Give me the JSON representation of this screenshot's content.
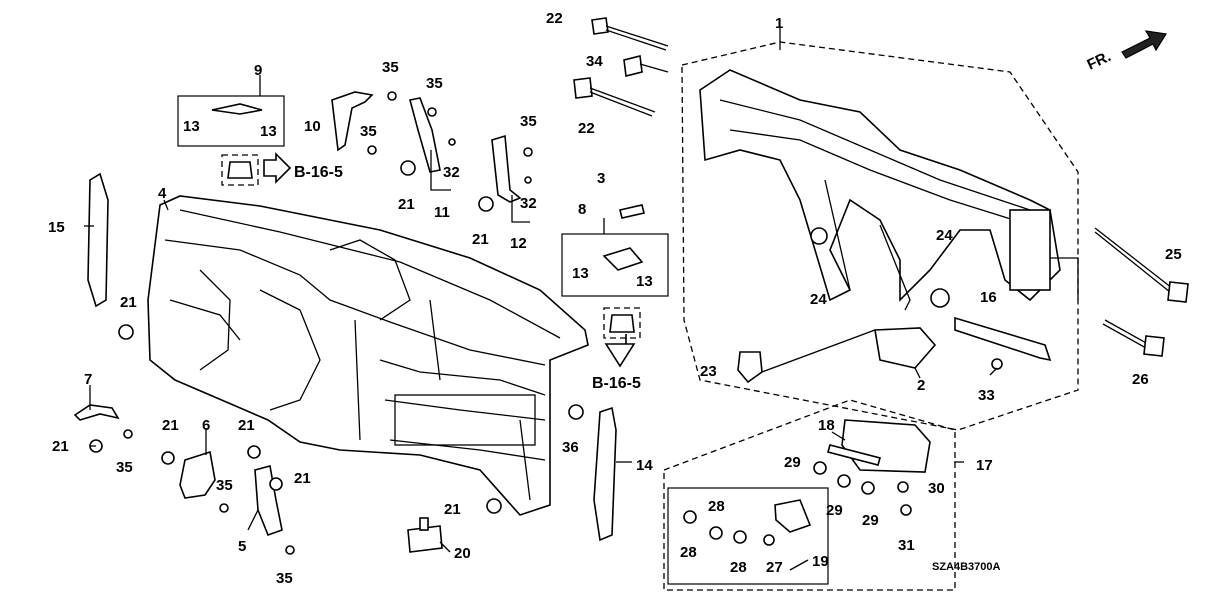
{
  "diagram": {
    "direction_label": "FR.",
    "reference_code": "SZA4B3700A",
    "ref_labels": {
      "upper": "B-16-5",
      "lower": "B-16-5"
    },
    "callouts": {
      "c1": "1",
      "c2": "2",
      "c3": "3",
      "c4": "4",
      "c5": "5",
      "c6": "6",
      "c7": "7",
      "c8": "8",
      "c9": "9",
      "c10": "10",
      "c11": "11",
      "c12": "12",
      "c13a": "13",
      "c13b": "13",
      "c13c": "13",
      "c13d": "13",
      "c14": "14",
      "c15": "15",
      "c16": "16",
      "c17": "17",
      "c18": "18",
      "c19": "19",
      "c20": "20",
      "c21a": "21",
      "c21b": "21",
      "c21c": "21",
      "c21d": "21",
      "c21e": "21",
      "c21f": "21",
      "c21g": "21",
      "c21h": "21",
      "c22a": "22",
      "c22b": "22",
      "c23": "23",
      "c24a": "24",
      "c24b": "24",
      "c25": "25",
      "c26": "26",
      "c27": "27",
      "c28a": "28",
      "c28b": "28",
      "c28c": "28",
      "c29a": "29",
      "c29b": "29",
      "c29c": "29",
      "c30": "30",
      "c31": "31",
      "c32a": "32",
      "c32b": "32",
      "c33": "33",
      "c34": "34",
      "c35a": "35",
      "c35b": "35",
      "c35c": "35",
      "c35d": "35",
      "c35e": "35",
      "c35f": "35",
      "c35g": "35",
      "c36": "36"
    }
  }
}
